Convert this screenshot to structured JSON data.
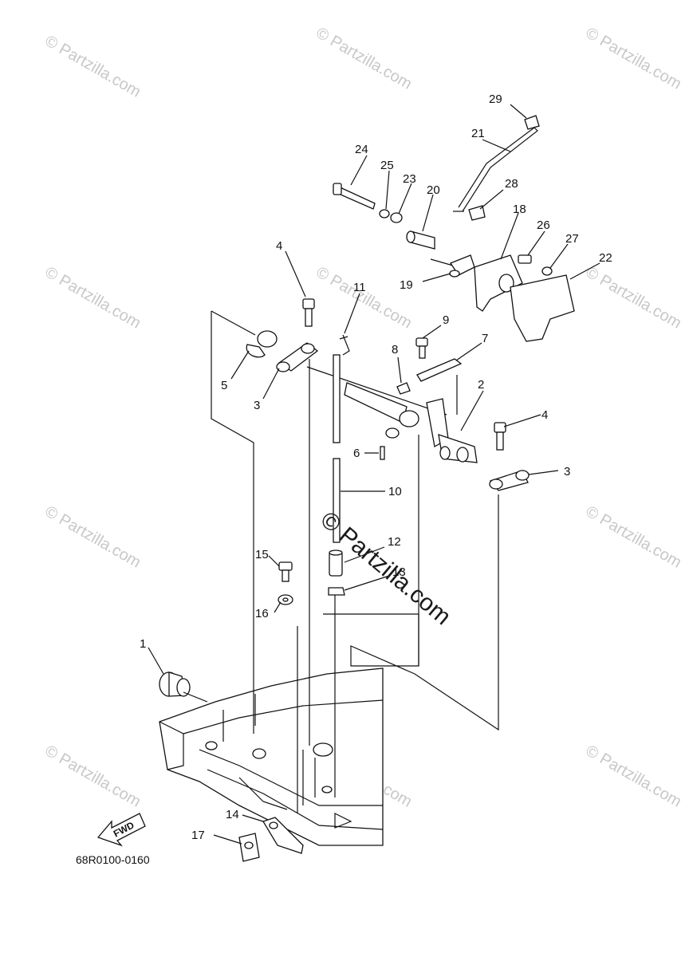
{
  "watermark": {
    "text": "© Partzilla.com",
    "center_text": "© Partzilla.com"
  },
  "diagram_code": "68R0100-0160",
  "fwd_label": "FWD",
  "callouts": {
    "c1": "1",
    "c2": "2",
    "c3a": "3",
    "c3b": "3",
    "c4a": "4",
    "c4b": "4",
    "c5": "5",
    "c6": "6",
    "c7": "7",
    "c8": "8",
    "c9": "9",
    "c10": "10",
    "c11": "11",
    "c12": "12",
    "c13": "13",
    "c14": "14",
    "c15": "15",
    "c16": "16",
    "c17": "17",
    "c18": "18",
    "c19": "19",
    "c20": "20",
    "c21": "21",
    "c22": "22",
    "c23": "23",
    "c24": "24",
    "c25": "25",
    "c26": "26",
    "c27": "27",
    "c28": "28",
    "c29": "29"
  }
}
